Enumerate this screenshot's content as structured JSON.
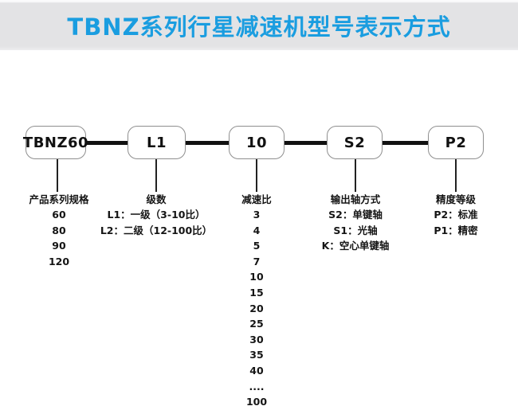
{
  "header": {
    "title": "TBNZ系列行星减速机型号表示方式",
    "title_color": "#1a9de0",
    "band_color": "#e3e3e5"
  },
  "diagram": {
    "line_color": "#111111",
    "box_border_color": "#8f8f8f"
  },
  "model": {
    "segments": [
      {
        "code": "TBNZ60",
        "label": "产品系列规格",
        "options": [
          "60",
          "80",
          "90",
          "120"
        ]
      },
      {
        "code": "L1",
        "label": "级数",
        "options": [
          "L1：一级（3-10比）",
          "L2：二级（12-100比）"
        ]
      },
      {
        "code": "10",
        "label": "减速比",
        "options": [
          "3",
          "4",
          "5",
          "7",
          "10",
          "15",
          "20",
          "25",
          "30",
          "35",
          "40",
          "....",
          "100"
        ]
      },
      {
        "code": "S2",
        "label": "输出轴方式",
        "options": [
          "S2：单键轴",
          "S1：光轴",
          "K：空心单键轴"
        ]
      },
      {
        "code": "P2",
        "label": "精度等级",
        "options": [
          "P2：标准",
          "P1：精密"
        ]
      }
    ]
  }
}
